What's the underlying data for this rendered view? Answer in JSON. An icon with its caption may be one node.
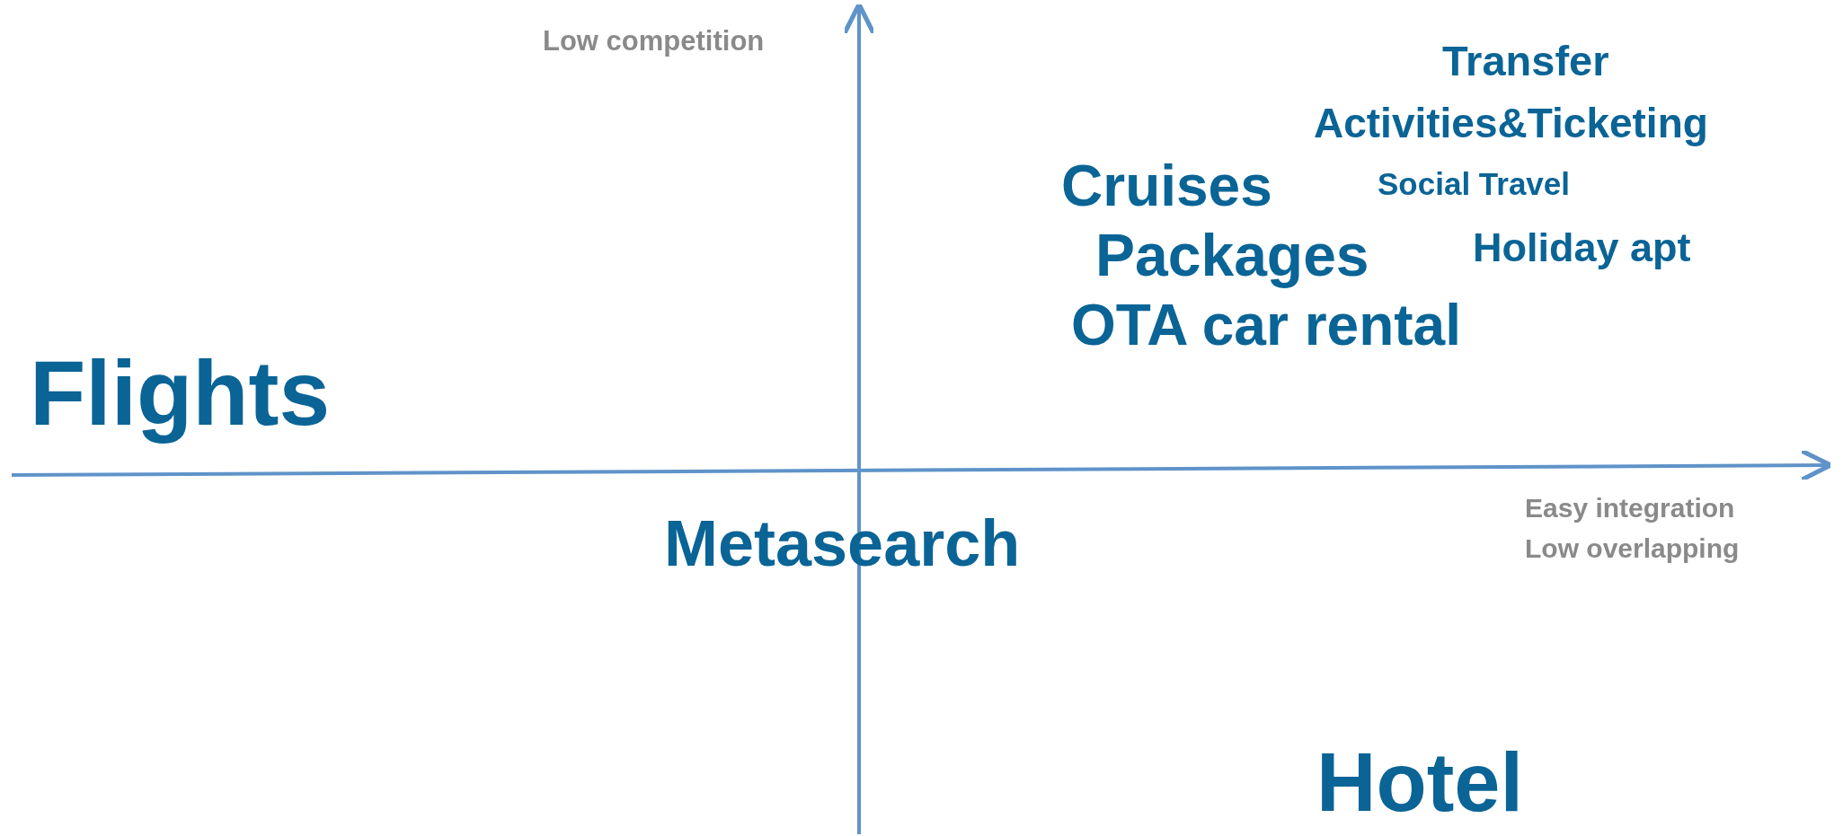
{
  "diagram": {
    "labels": [
      "Low competition",
      "Transfer",
      "Activities&Ticketing",
      "Cruises",
      "Social Travel",
      "Packages",
      "Holiday apt",
      "OTA car rental",
      "Flights",
      "Metasearch",
      "Easy integration",
      "Low overlapping",
      "Hotel"
    ]
  }
}
